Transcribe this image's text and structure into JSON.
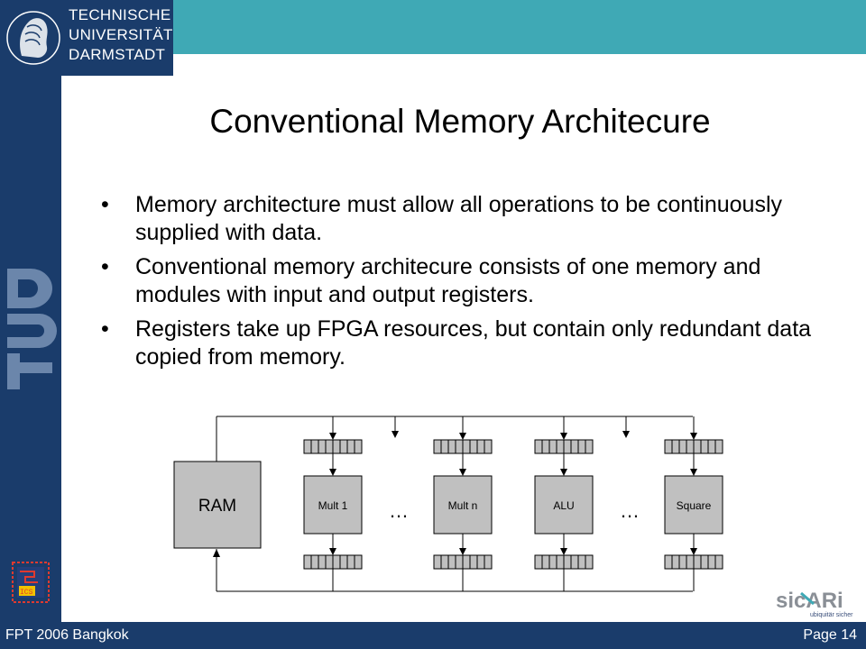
{
  "header": {
    "university_lines": [
      "TECHNISCHE",
      "UNIVERSITÄT",
      "DARMSTADT"
    ]
  },
  "slide": {
    "title": "Conventional Memory Architecure",
    "bullets": [
      "Memory architecture must allow all operations to be continuously supplied with data.",
      "Conventional memory architecure consists of one memory and modules with input and output registers.",
      "Registers take up FPGA resources, but contain only redundant data copied from memory."
    ],
    "bullet_symbol": "•"
  },
  "diagram": {
    "memory_label": "RAM",
    "modules": [
      "Mult 1",
      "Mult n",
      "ALU",
      "Square"
    ],
    "ellipsis": "…"
  },
  "branding": {
    "tud_mark": "TUD",
    "ics_label": "ICS",
    "sicari_label": "sicARi",
    "sicari_tagline": "ubiquitär sicher"
  },
  "footer": {
    "left": "FPT 2006 Bangkok",
    "right": "Page 14"
  },
  "colors": {
    "navy": "#1a3c6b",
    "teal": "#3fa9b5",
    "module_fill": "#c0c0c0"
  }
}
